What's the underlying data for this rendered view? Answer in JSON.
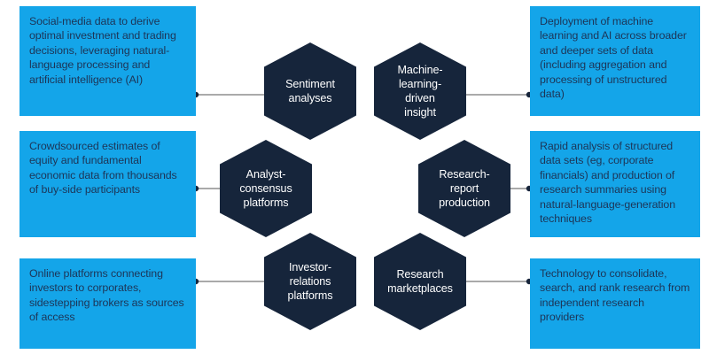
{
  "diagram": {
    "background_color": "#ffffff",
    "box_color": "#14a5e9",
    "box_text_color": "#1d3557",
    "hex_color": "#16253b",
    "hex_text_color": "#ffffff",
    "connector_color": "#8d8d8d",
    "connector_dot_color": "#16253b"
  },
  "left_boxes": [
    {
      "id": "social-media-data",
      "text": "Social-media data to derive optimal investment and trading decisions, leveraging natural-language processing and artificial intelligence (AI)"
    },
    {
      "id": "crowdsourced-estimates",
      "text": "Crowdsourced estimates of equity and fundamental economic data from thousands of buy-side participants"
    },
    {
      "id": "online-platforms",
      "text": "Online platforms connecting investors to corporates, sidestepping brokers as sources of access"
    }
  ],
  "right_boxes": [
    {
      "id": "machine-learning-deployment",
      "text": "Deployment of machine learning and AI across broader and deeper sets of data (including aggregation and processing of unstructured data)"
    },
    {
      "id": "rapid-analysis",
      "text": "Rapid analysis of structured data sets (eg, corporate financials) and production of research summaries using natural-language-generation techniques"
    },
    {
      "id": "technology-consolidate",
      "text": "Technology to consolidate, search, and rank research from independent research providers"
    }
  ],
  "hexagons": [
    {
      "id": "sentiment-analyses",
      "label": "Sentiment\nanalyses"
    },
    {
      "id": "machine-learning-driven-insight",
      "label": "Machine-\nlearning-\ndriven\ninsight"
    },
    {
      "id": "analyst-consensus-platforms",
      "label": "Analyst-\nconsensus\nplatforms"
    },
    {
      "id": "research-report-production",
      "label": "Research-\nreport\nproduction"
    },
    {
      "id": "investor-relations-platforms",
      "label": "Investor-\nrelations\nplatforms"
    },
    {
      "id": "research-marketplaces",
      "label": "Research\nmarketplaces"
    }
  ]
}
